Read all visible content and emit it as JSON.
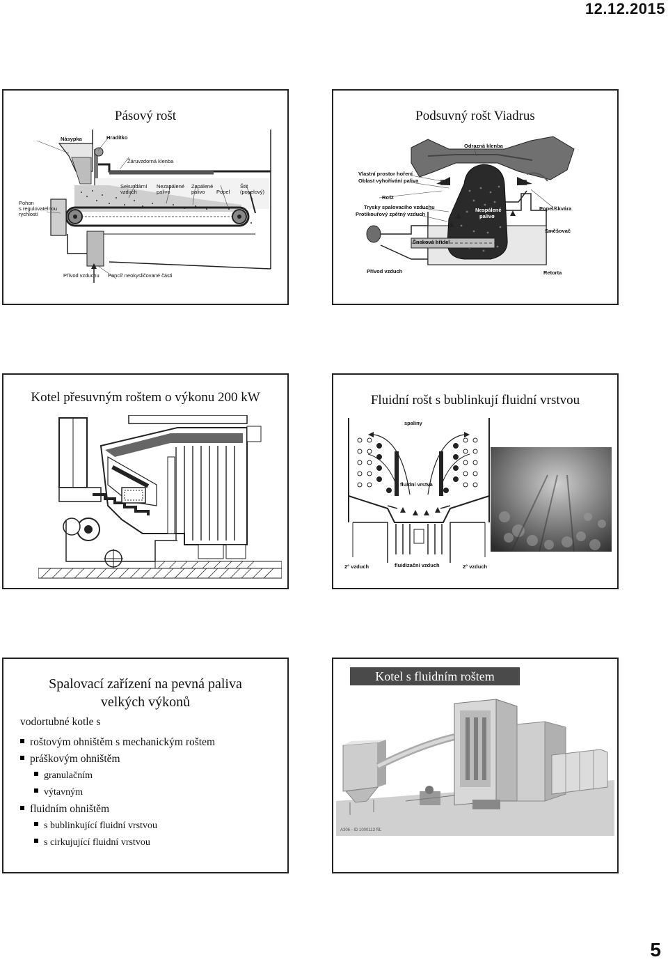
{
  "header": {
    "date": "12.12.2015"
  },
  "footer": {
    "page_number": "5"
  },
  "slide1": {
    "title": "Pásový rošt",
    "labels": {
      "nasypka": "Násypka",
      "hraditko": "Hradítko",
      "klenba": "Žáruvzdorná klenba",
      "sekundarni1": "Sekundární",
      "sekundarni2": "vzduch",
      "nezapalene1": "Nezapálené",
      "nezapalene2": "palivo",
      "zapalene1": "Zapálené",
      "zapalene2": "palivo",
      "popel": "Popel",
      "stit1": "Štít",
      "stit2": "(popelový)",
      "pohon1": "Pohon",
      "pohon2": "s regulovatelnou",
      "pohon3": "rychlostí",
      "privod": "Přívod vzduchu",
      "pancir": "Pancíř neokysličované části"
    }
  },
  "slide2": {
    "title": "Podsuvný rošt Viadrus",
    "labels": {
      "odrazna": "Odrazná klenba",
      "vlastni": "Vlastní prostor hoření",
      "oblast": "Oblast vyhořívání paliva",
      "rost": "Rošt",
      "trysky": "Trysky spalovacího vzduchu",
      "protikoruvy": "Protikouřový zpětný vzduch",
      "nespalene1": "Nespálené",
      "nespalene2": "palivo",
      "popelskvara": "Popel/škvára",
      "smesovac": "Směšovač",
      "snekova": "Šneková hřídel",
      "privod": "Přívod vzduch",
      "retorta": "Retorta"
    }
  },
  "slide3": {
    "title": "Kotel přesuvným roštem o výkonu 200 kW"
  },
  "slide4": {
    "title": "Fluidní rošt s bublinkují fluidní vrstvou",
    "labels": {
      "spaliny": "spaliny",
      "fluidni_vrstva": "fluidní vrstva",
      "vzduch_l": "2° vzduch",
      "fluidizacni": "fluidizační vzduch",
      "vzduch_r": "2° vzduch"
    }
  },
  "slide5": {
    "title_line1": "Spalovací zařízení na pevná paliva",
    "title_line2": "velkých výkonů",
    "intro": "vodortubné kotle s",
    "items": [
      {
        "level": 1,
        "text": "roštovým ohništěm s mechanickým roštem"
      },
      {
        "level": 1,
        "text": "práškovým ohništěm"
      },
      {
        "level": 2,
        "text": "granulačním"
      },
      {
        "level": 2,
        "text": "výtavným"
      },
      {
        "level": 1,
        "text": "fluidním ohništěm"
      },
      {
        "level": 2,
        "text": "s bublinkující fluidní vrstvou"
      },
      {
        "level": 2,
        "text": "s cirkujující fluidní vrstvou"
      }
    ]
  },
  "slide6": {
    "title": "Kotel s fluidním roštem",
    "caption": "A306 - ID 1000113 ÑĽ"
  }
}
